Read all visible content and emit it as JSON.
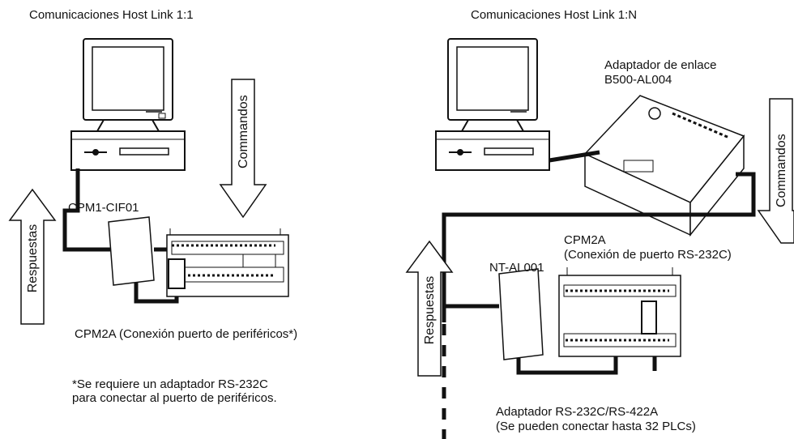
{
  "left": {
    "title": "Comunicaciones Host Link 1:1",
    "interface_label": "CPM1-CIF01",
    "commands_label": "Commandos",
    "responses_label": "Respuestas",
    "plc_caption": "CPM2A (Conexión puerto de periféricos*)",
    "footnote_line1": "*Se requiere un adaptador RS-232C",
    "footnote_line2": "para conectar al puerto de periféricos."
  },
  "right": {
    "title": "Comunicaciones Host Link 1:N",
    "link_adapter_line1": "Adaptador de enlace",
    "link_adapter_line2": "B500-AL004",
    "commands_label": "Commandos",
    "responses_label": "Respuestas",
    "plc_label_line1": "CPM2A",
    "plc_label_line2": "(Conexión de puerto RS-232C)",
    "adapter_label": "NT-AL001",
    "bottom_caption_line1": "Adaptador RS-232C/RS-422A",
    "bottom_caption_line2": "(Se pueden conectar hasta 32 PLCs)"
  }
}
